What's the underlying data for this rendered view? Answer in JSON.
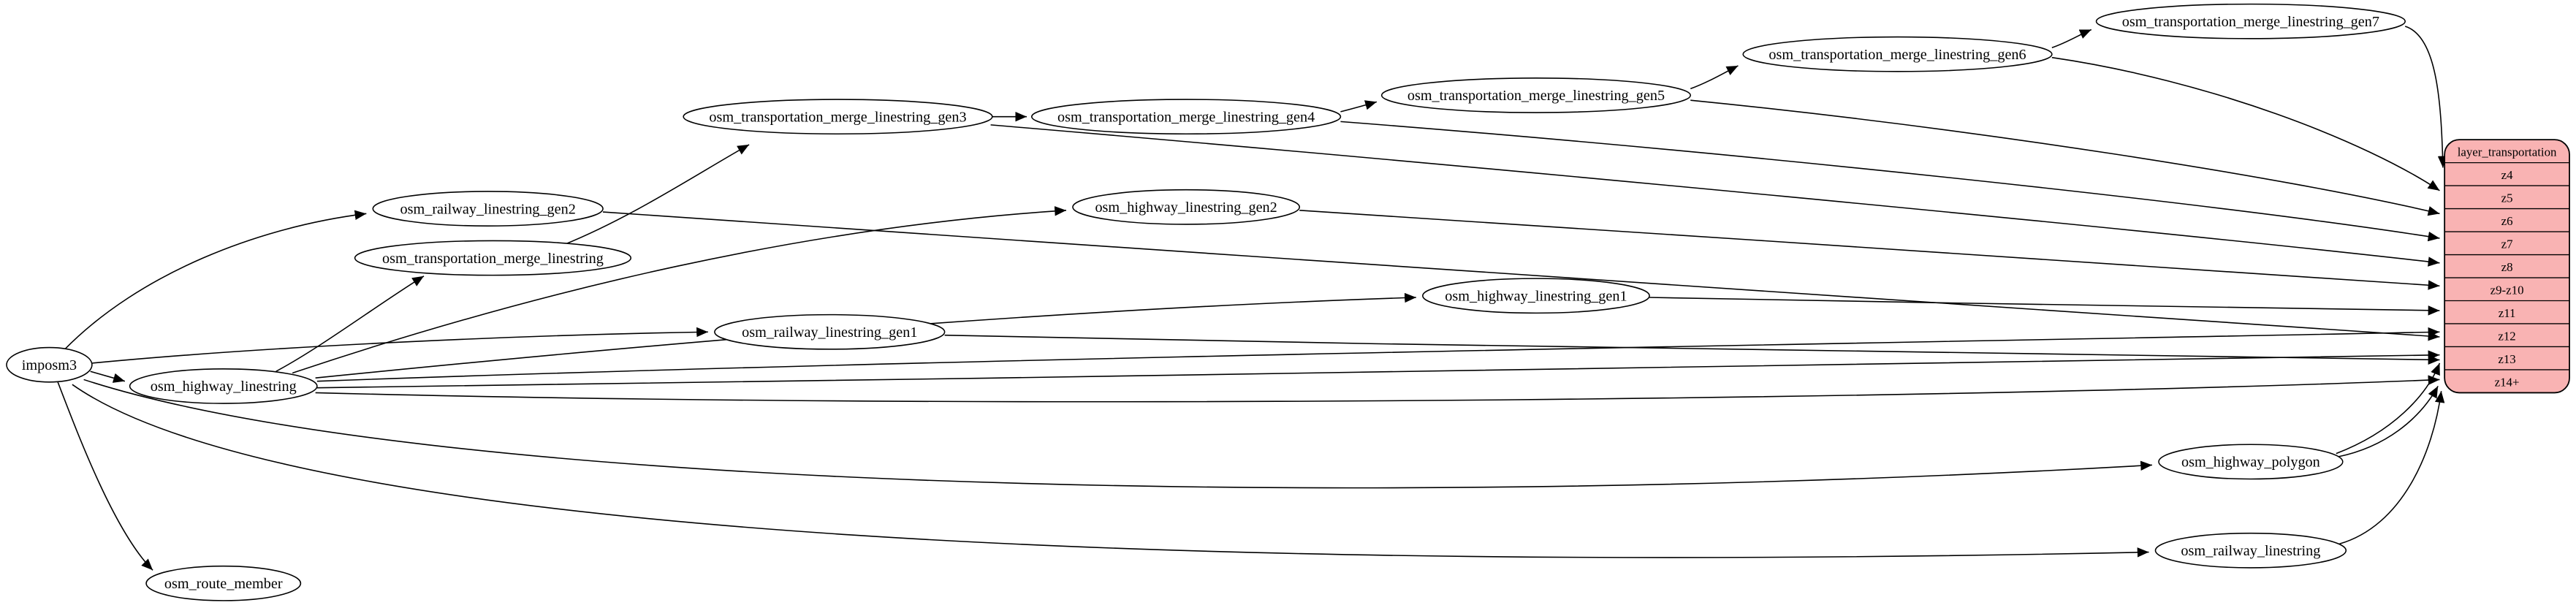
{
  "diagram": {
    "kind": "etl-dependency-graph",
    "background_color": "#ffffff",
    "node_fill": "#ffffff",
    "node_stroke": "#000000",
    "edge_color": "#000000"
  },
  "nodes": {
    "imposm3": "imposm3",
    "osm_route_member": "osm_route_member",
    "osm_highway_linestring": "osm_highway_linestring",
    "osm_railway_linestring_gen2": "osm_railway_linestring_gen2",
    "osm_transportation_merge_linestring": "osm_transportation_merge_linestring",
    "osm_railway_linestring_gen1": "osm_railway_linestring_gen1",
    "osm_transportation_merge_linestring_gen3": "osm_transportation_merge_linestring_gen3",
    "osm_transportation_merge_linestring_gen4": "osm_transportation_merge_linestring_gen4",
    "osm_highway_linestring_gen2": "osm_highway_linestring_gen2",
    "osm_transportation_merge_linestring_gen5": "osm_transportation_merge_linestring_gen5",
    "osm_highway_linestring_gen1": "osm_highway_linestring_gen1",
    "osm_transportation_merge_linestring_gen6": "osm_transportation_merge_linestring_gen6",
    "osm_transportation_merge_linestring_gen7": "osm_transportation_merge_linestring_gen7",
    "osm_highway_polygon": "osm_highway_polygon",
    "osm_railway_linestring": "osm_railway_linestring"
  },
  "layer_table": {
    "title": "layer_transportation",
    "fill": "#f9b3b3",
    "rows": [
      "z4",
      "z5",
      "z6",
      "z7",
      "z8",
      "z9-z10",
      "z11",
      "z12",
      "z13",
      "z14+"
    ]
  },
  "edges": [
    {
      "from": "imposm3",
      "to": "osm_highway_linestring"
    },
    {
      "from": "imposm3",
      "to": "osm_route_member"
    },
    {
      "from": "imposm3",
      "to": "osm_railway_linestring_gen2"
    },
    {
      "from": "imposm3",
      "to": "osm_railway_linestring_gen1"
    },
    {
      "from": "imposm3",
      "to": "osm_highway_polygon"
    },
    {
      "from": "imposm3",
      "to": "osm_railway_linestring"
    },
    {
      "from": "osm_highway_linestring",
      "to": "osm_transportation_merge_linestring"
    },
    {
      "from": "osm_highway_linestring",
      "to": "osm_highway_linestring_gen2"
    },
    {
      "from": "osm_highway_linestring",
      "to": "osm_highway_linestring_gen1"
    },
    {
      "from": "osm_transportation_merge_linestring",
      "to": "osm_transportation_merge_linestring_gen3"
    },
    {
      "from": "osm_transportation_merge_linestring_gen3",
      "to": "osm_transportation_merge_linestring_gen4"
    },
    {
      "from": "osm_transportation_merge_linestring_gen4",
      "to": "osm_transportation_merge_linestring_gen5"
    },
    {
      "from": "osm_transportation_merge_linestring_gen5",
      "to": "osm_transportation_merge_linestring_gen6"
    },
    {
      "from": "osm_transportation_merge_linestring_gen6",
      "to": "osm_transportation_merge_linestring_gen7"
    },
    {
      "from": "osm_transportation_merge_linestring_gen7",
      "to": "layer_transportation:z4"
    },
    {
      "from": "osm_transportation_merge_linestring_gen6",
      "to": "layer_transportation:z5"
    },
    {
      "from": "osm_transportation_merge_linestring_gen5",
      "to": "layer_transportation:z6"
    },
    {
      "from": "osm_transportation_merge_linestring_gen4",
      "to": "layer_transportation:z7"
    },
    {
      "from": "osm_transportation_merge_linestring_gen3",
      "to": "layer_transportation:z8"
    },
    {
      "from": "osm_highway_linestring_gen2",
      "to": "layer_transportation:z9-z10"
    },
    {
      "from": "osm_highway_linestring_gen1",
      "to": "layer_transportation:z11"
    },
    {
      "from": "osm_highway_linestring",
      "to": "layer_transportation:z12"
    },
    {
      "from": "osm_railway_linestring_gen2",
      "to": "layer_transportation:z12"
    },
    {
      "from": "osm_highway_linestring",
      "to": "layer_transportation:z13"
    },
    {
      "from": "osm_railway_linestring_gen1",
      "to": "layer_transportation:z13"
    },
    {
      "from": "osm_highway_linestring",
      "to": "layer_transportation:z14+"
    },
    {
      "from": "osm_highway_polygon",
      "to": "layer_transportation:z13"
    },
    {
      "from": "osm_highway_polygon",
      "to": "layer_transportation:z14+"
    },
    {
      "from": "osm_railway_linestring",
      "to": "layer_transportation:z14+"
    }
  ]
}
